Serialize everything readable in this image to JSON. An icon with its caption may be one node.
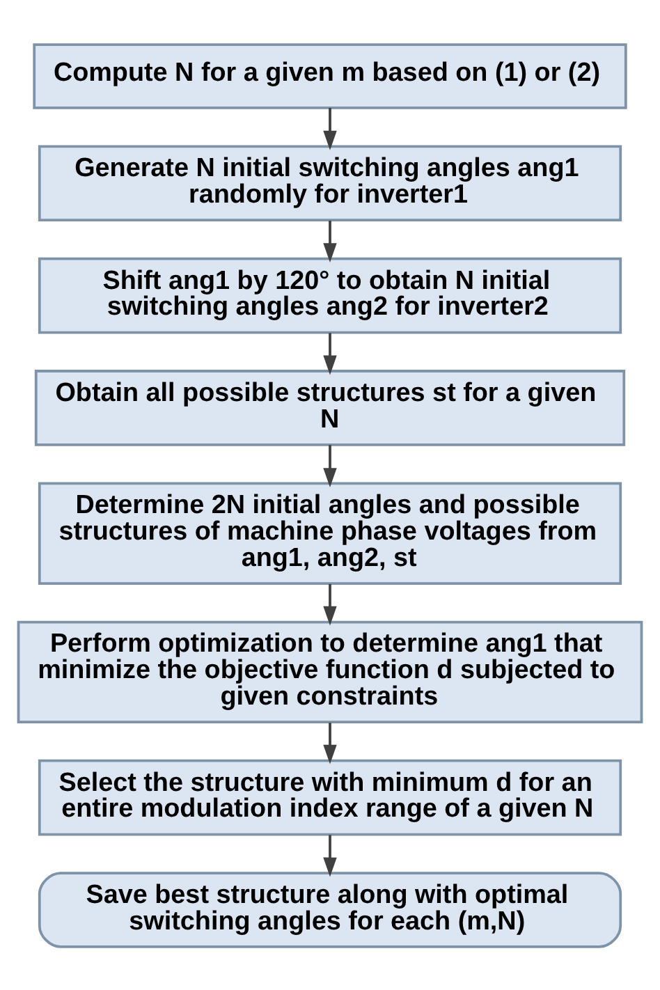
{
  "diagram": {
    "nodes": [
      {
        "text": [
          "Compute N for a given m based on (1) or (2)"
        ]
      },
      {
        "text": [
          "Generate N initial switching angles ang1 randomly for inverter1"
        ]
      },
      {
        "text": [
          "Shift ang1 by 120° to obtain N initial switching angles ang2 for inverter2"
        ]
      },
      {
        "text": [
          "Obtain all possible structures st for a given N"
        ]
      },
      {
        "text": [
          "Determine 2N initial angles and possible structures of machine phase voltages from ang1, ang2, st"
        ]
      },
      {
        "text": [
          "Perform optimization to determine ang1 that minimize the objective function d subjected to given constraints"
        ]
      },
      {
        "text": [
          "Select the structure with minimum d for an entire modulation index range of a given N"
        ]
      },
      {
        "text": [
          "Save best structure along with optimal switching angles for each (m,N)"
        ]
      }
    ],
    "edges": [
      {
        "from": 0,
        "to": 1,
        "arrow": "to"
      },
      {
        "from": 1,
        "to": 2,
        "arrow": "to"
      },
      {
        "from": 2,
        "to": 3,
        "arrow": "to"
      },
      {
        "from": 3,
        "to": 4,
        "arrow": "to"
      },
      {
        "from": 4,
        "to": 5,
        "arrow": "to"
      },
      {
        "from": 5,
        "to": 6,
        "arrow": "to"
      },
      {
        "from": 6,
        "to": 7,
        "arrow": "to"
      }
    ]
  }
}
